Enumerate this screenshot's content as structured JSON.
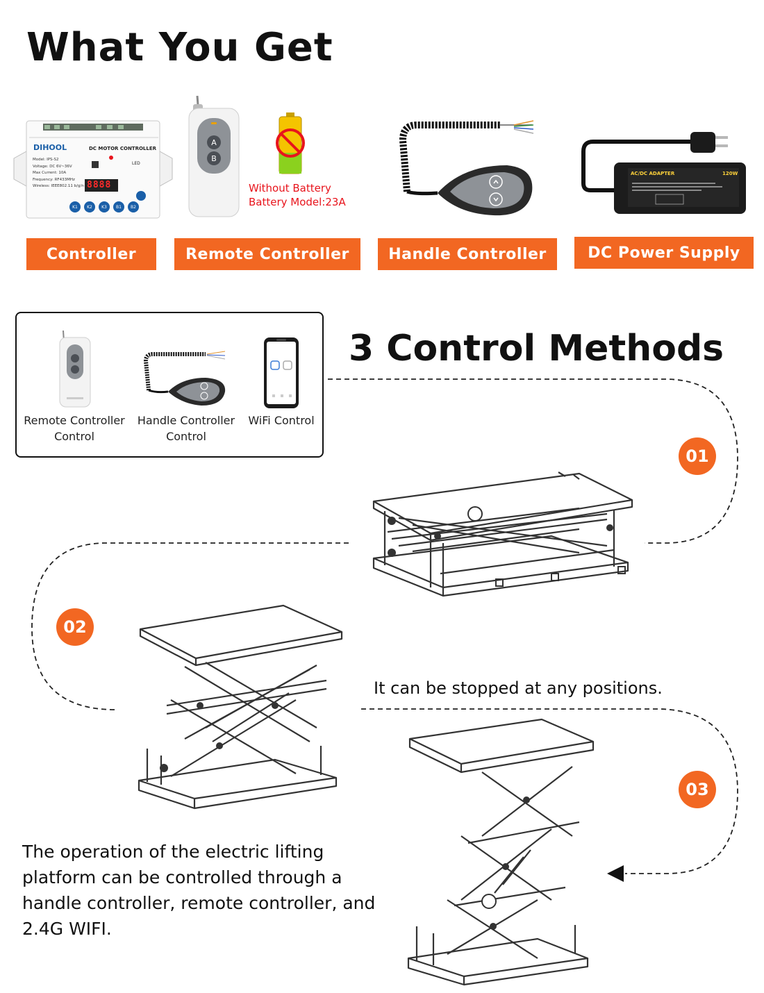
{
  "page": {
    "title": "What You Get"
  },
  "items": [
    {
      "label": "Controller"
    },
    {
      "label": "Remote Controller"
    },
    {
      "label": "Handle Controller"
    },
    {
      "label": "DC Power Supply"
    }
  ],
  "battery_note": {
    "line1": "Without Battery",
    "line2": "Battery Model:23A"
  },
  "controller_device": {
    "brand": "DIHOOL",
    "model_title": "DC MOTOR CONTROLLER",
    "display": "8888",
    "buttons": [
      "K1",
      "K2",
      "K3",
      "B1",
      "B2"
    ],
    "led_label": "LED",
    "specs": [
      "Model: IPS-S2",
      "Voltage: DC 6V~36V",
      "Max Current: 10A",
      "Frequency: RF433MHz",
      "Wireless: IEEE802.11 b/g/n"
    ]
  },
  "remote_device": {
    "button_a": "A",
    "button_b": "B"
  },
  "adapter_device": {
    "label": "AC/DC ADAPTER",
    "watt": "120W"
  },
  "methods": {
    "title": "3 Control Methods",
    "items": [
      {
        "line1": "Remote Controller",
        "line2": "Control"
      },
      {
        "line1": "Handle Controller",
        "line2": "Control"
      },
      {
        "line1": "WiFi Control",
        "line2": ""
      }
    ]
  },
  "steps": [
    "01",
    "02",
    "03"
  ],
  "stop_note": "It can be stopped at any positions.",
  "description": "The operation of the electric lifting platform can be controlled through a handle controller, remote controller, and 2.4G WIFI.",
  "colors": {
    "accent": "#f26722",
    "warning_red": "#e8141c"
  }
}
